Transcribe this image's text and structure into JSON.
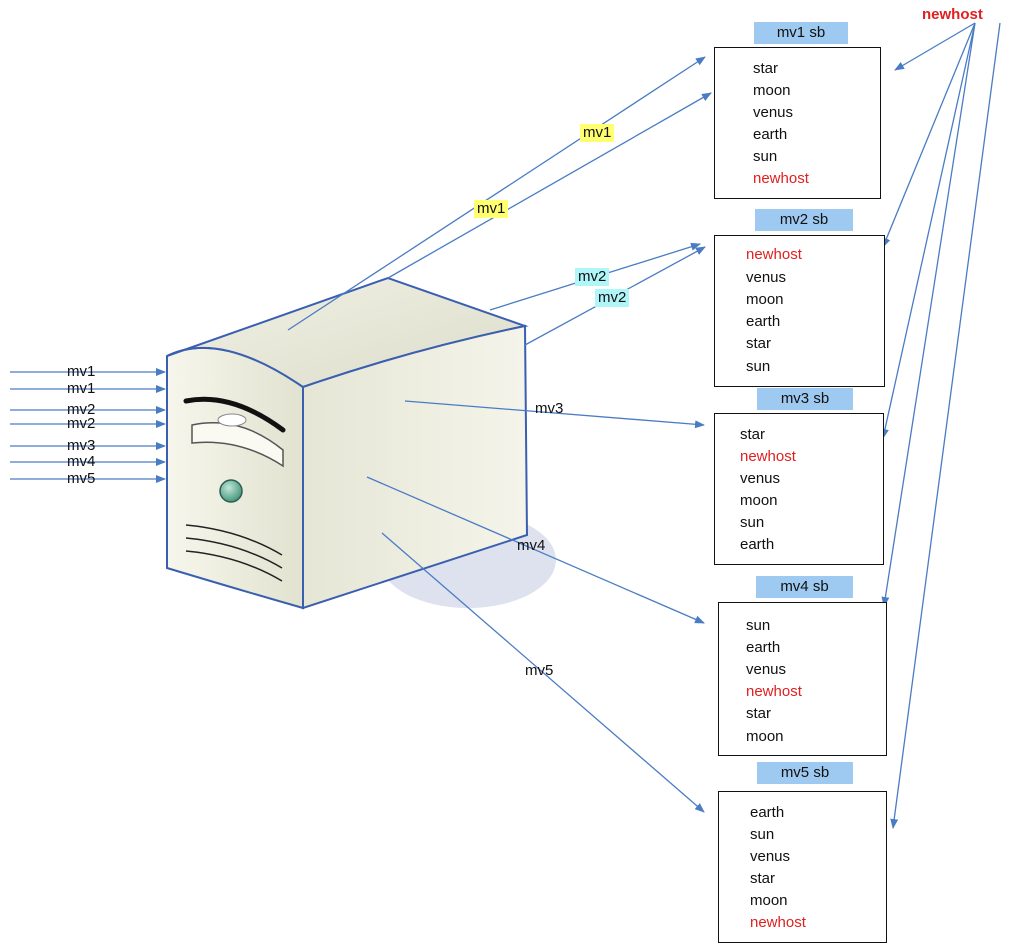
{
  "newhost_label": "newhost",
  "input_labels": [
    "mv1",
    "mv1",
    "mv2",
    "mv2",
    "mv3",
    "mv4",
    "mv5"
  ],
  "edge_labels": {
    "mv1_a": "mv1",
    "mv1_b": "mv1",
    "mv2_a": "mv2",
    "mv2_b": "mv2",
    "mv3": "mv3",
    "mv4": "mv4",
    "mv5": "mv5"
  },
  "sandboxes": [
    {
      "title": "mv1 sb",
      "items": [
        "star",
        "moon",
        "venus",
        "earth",
        "sun",
        "newhost"
      ]
    },
    {
      "title": "mv2 sb",
      "items": [
        "newhost",
        "venus",
        "moon",
        "earth",
        "star",
        "sun"
      ]
    },
    {
      "title": "mv3 sb",
      "items": [
        "star",
        "newhost",
        "venus",
        "moon",
        "sun",
        "earth"
      ]
    },
    {
      "title": "mv4 sb",
      "items": [
        "sun",
        "earth",
        "venus",
        "newhost",
        "star",
        "moon"
      ]
    },
    {
      "title": "mv5 sb",
      "items": [
        "earth",
        "sun",
        "venus",
        "star",
        "moon",
        "newhost"
      ]
    }
  ],
  "colors": {
    "arrow": "#4a7cc4",
    "highlight_item": "#e02020",
    "header_bg": "#9ec9f0",
    "label_yellow": "#ffff70",
    "label_cyan": "#b0f5f8",
    "server_body": "#eeeede",
    "server_outline": "#3a5fb0"
  },
  "icons": [
    "server-tower-icon",
    "power-button-icon"
  ]
}
